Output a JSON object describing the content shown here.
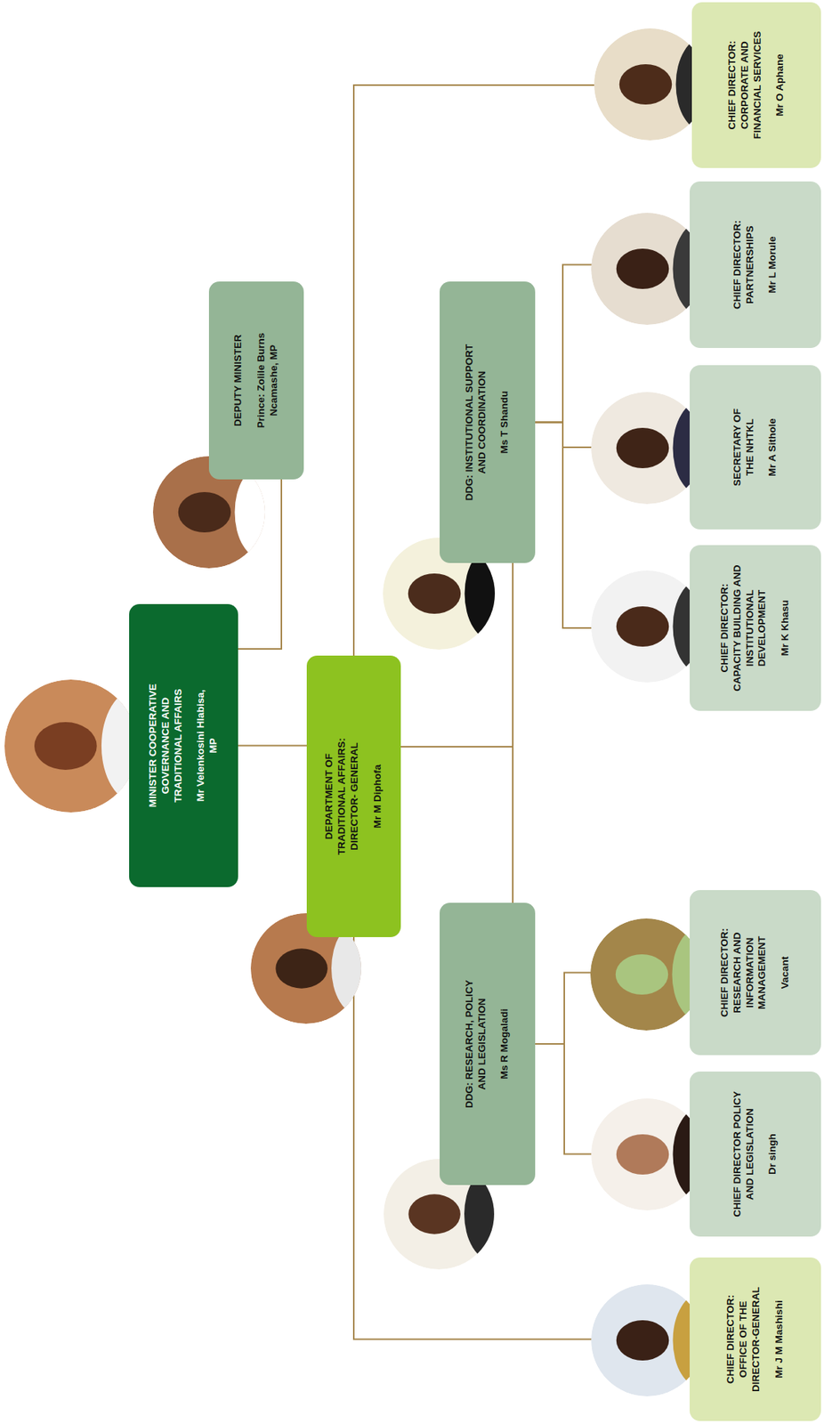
{
  "diagram": {
    "nodes": [
      {
        "text": [
          "MINISTER COOPERATIVE GOVERNANCE AND TRADITIONAL AFFAIRS",
          "Mr Velenkosini Hlabisa, MP"
        ]
      },
      {
        "text": [
          "DEPUTY MINISTER",
          "Prince: Zolile Burns Ncamashe, MP"
        ]
      },
      {
        "text": [
          "DEPARTMENT OF TRADITIONAL AFFAIRS: DIRECTOR- GENERAL",
          "Mr M Diphofa"
        ]
      },
      {
        "text": [
          "DDG: RESEARCH, POLICY AND LEGISLATION",
          "Ms R Mogaladi"
        ]
      },
      {
        "text": [
          "DDG: INSTITUTIONAL SUPPORT AND COORDINATION",
          "Ms T Shandu"
        ]
      },
      {
        "text": [
          "CHIEF DIRECTOR: OFFICE OF THE DIRECTOR-GENERAL",
          "Mr J M Mashishi"
        ]
      },
      {
        "text": [
          "CHIEF DIRECTOR POLICY AND LEGISLATION",
          "Dr singh"
        ]
      },
      {
        "text": [
          "CHIEF DIRECTOR: RESEARCH AND INFORMATION MANAGEMENT",
          "Vacant"
        ]
      },
      {
        "text": [
          "CHIEF DIRECTOR: CAPACITY BUILDING AND INSTITUTIONAL DEVELOPMENT",
          "Mr K Khasu"
        ]
      },
      {
        "text": [
          "SECRETARY OF THE NHTKL",
          "Mr A Sithole"
        ]
      },
      {
        "text": [
          "CHIEF DIRECTOR: PARTNERSHIPS",
          "Mr L Morule"
        ]
      },
      {
        "text": [
          "CHIEF DIRECTOR: CORPORATE AND FINANCIAL SERVICES",
          "Mr O Aphane"
        ]
      }
    ],
    "edges": [
      {
        "from": 0,
        "to": 1,
        "arrow": "none"
      },
      {
        "from": 0,
        "to": 2,
        "arrow": "none"
      },
      {
        "from": 2,
        "to": 3,
        "arrow": "none"
      },
      {
        "from": 2,
        "to": 4,
        "arrow": "none"
      },
      {
        "from": 2,
        "to": 5,
        "arrow": "none"
      },
      {
        "from": 2,
        "to": 11,
        "arrow": "none"
      },
      {
        "from": 3,
        "to": 6,
        "arrow": "none"
      },
      {
        "from": 3,
        "to": 7,
        "arrow": "none"
      },
      {
        "from": 4,
        "to": 8,
        "arrow": "none"
      },
      {
        "from": 4,
        "to": 9,
        "arrow": "none"
      },
      {
        "from": 4,
        "to": 10,
        "arrow": "none"
      }
    ]
  }
}
